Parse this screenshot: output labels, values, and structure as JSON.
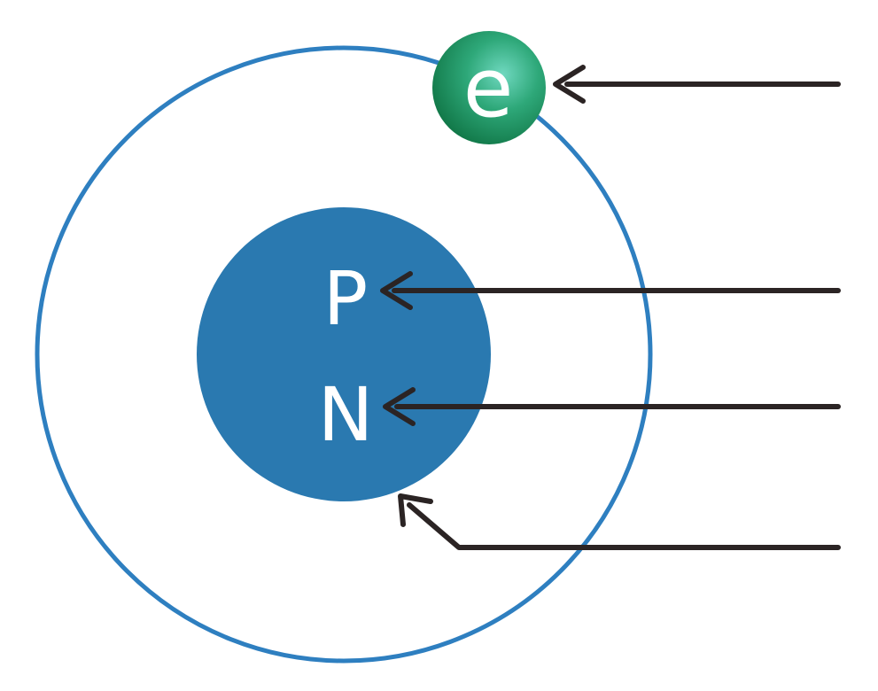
{
  "diagram": {
    "nucleus_labels": {
      "proton": "P",
      "neutron": "N"
    },
    "electron_label": "e",
    "colors": {
      "orbit": "#2e7fc0",
      "nucleus": "#2a79b0",
      "electron_dark": "#127a48",
      "electron_light": "#5ecfb0",
      "arrow": "#2b2424",
      "text_on_shape": "#ffffff"
    }
  }
}
